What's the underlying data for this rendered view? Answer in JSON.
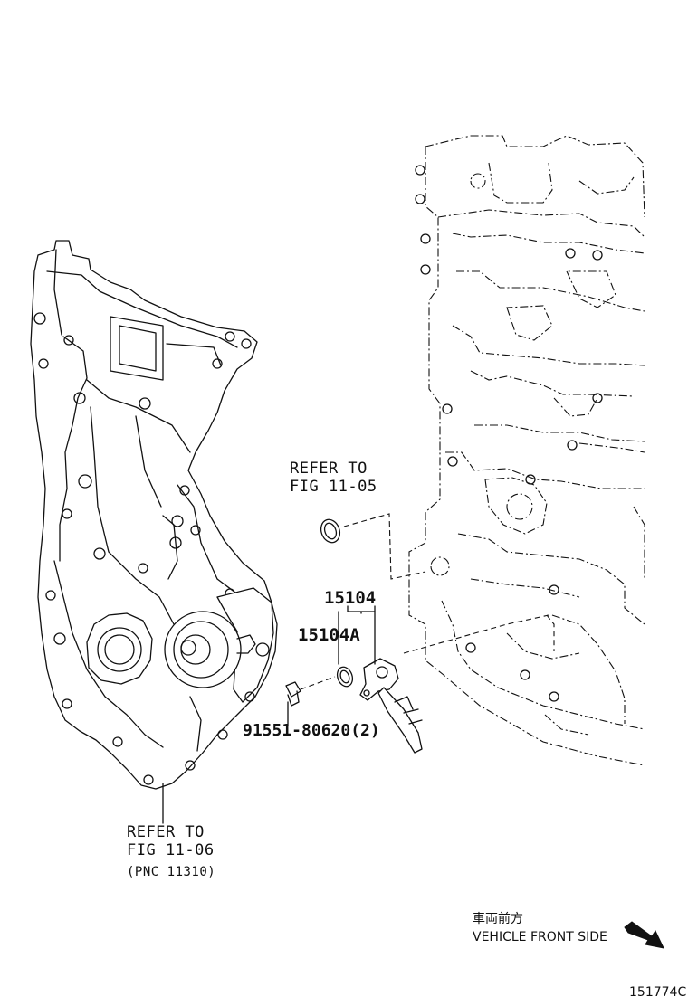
{
  "labels": {
    "ref_1105_line1": "REFER TO",
    "ref_1105_line2": "FIG 11-05",
    "part_15104": "15104",
    "part_15104A": "15104A",
    "part_bolt": "91551-80620(2)",
    "ref_1106_line1": "REFER TO",
    "ref_1106_line2": "FIG 11-06",
    "ref_1106_pnc": "(PNC 11310)",
    "front_jp": "車両前方",
    "front_en": "VEHICLE FRONT SIDE",
    "figure_code": "151774C"
  },
  "icons": {
    "direction_arrow": "arrow-down-right-icon"
  },
  "colors": {
    "line": "#111111",
    "background": "#ffffff"
  }
}
